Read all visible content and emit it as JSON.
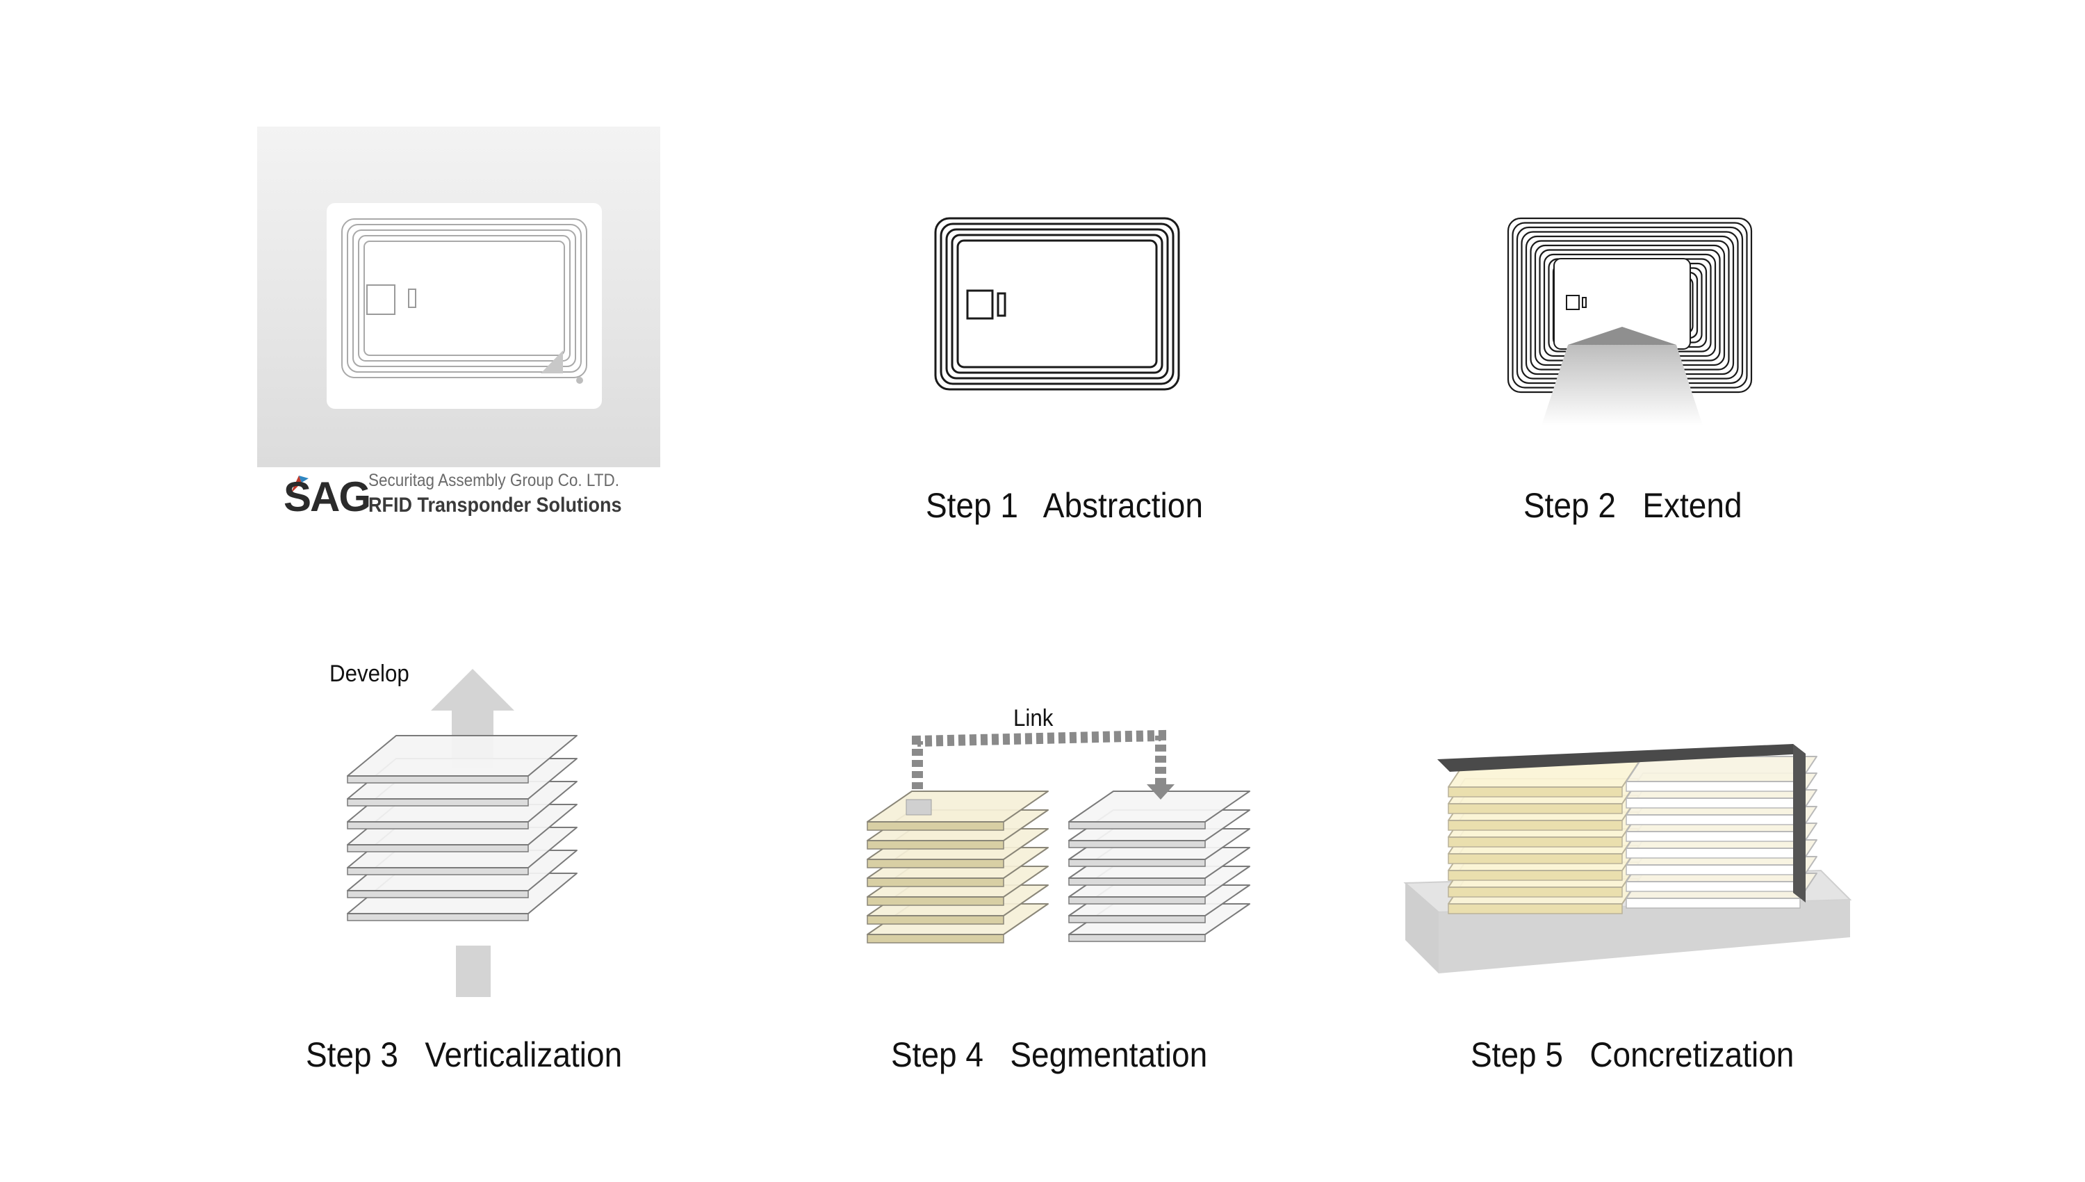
{
  "reference": {
    "company": "Securitag Assembly Group Co. LTD.",
    "product": "RFID Transponder Solutions",
    "logo_text": "SAG"
  },
  "steps": [
    {
      "caption": "Step 1   Abstraction"
    },
    {
      "caption": "Step 2   Extend"
    },
    {
      "caption": "Step 3   Verticalization",
      "annotation": "Develop"
    },
    {
      "caption": "Step 4   Segmentation",
      "annotation": "Link"
    },
    {
      "caption": "Step 5   Concretization"
    }
  ],
  "colors": {
    "outline": "#1a1a1a",
    "plate_white": "#f2f2f2",
    "plate_warm": "#f3eccc",
    "arrow_gray": "#c8c8c8",
    "dash_gray": "#8a8a8a",
    "dark_bar": "#4a4a4a",
    "base_gray": "#d8d8d8"
  }
}
